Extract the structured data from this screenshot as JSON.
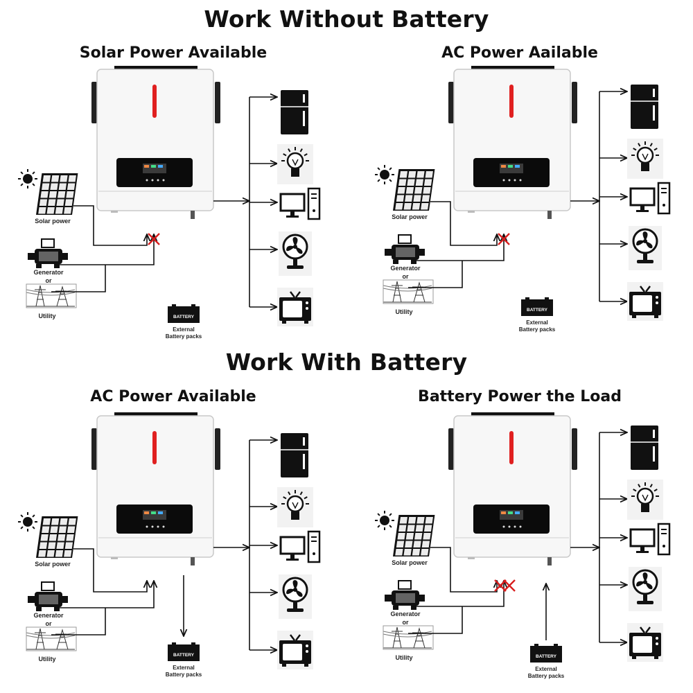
{
  "titles": {
    "without_battery": "Work Without Battery",
    "with_battery": "Work With Battery"
  },
  "panels": [
    {
      "heading": "Solar Power Available"
    },
    {
      "heading": "AC Power Aailable"
    },
    {
      "heading": "AC Power Available"
    },
    {
      "heading": "Battery Power the Load"
    }
  ],
  "labels": {
    "solar": "Solar power",
    "generator": "Generator",
    "or": "or",
    "utility": "Utility",
    "battery_word": "BATTERY",
    "external": "External",
    "battery_packs": "Battery packs"
  },
  "colors": {
    "accent_red": "#e02020",
    "cross_red": "#d81e1e",
    "line": "#111111"
  },
  "icons": [
    "sun-icon",
    "solar-panel-icon",
    "generator-icon",
    "utility-tower-icon",
    "battery-icon",
    "inverter-icon",
    "fridge-icon",
    "bulb-icon",
    "computer-icon",
    "fan-icon",
    "tv-icon"
  ]
}
